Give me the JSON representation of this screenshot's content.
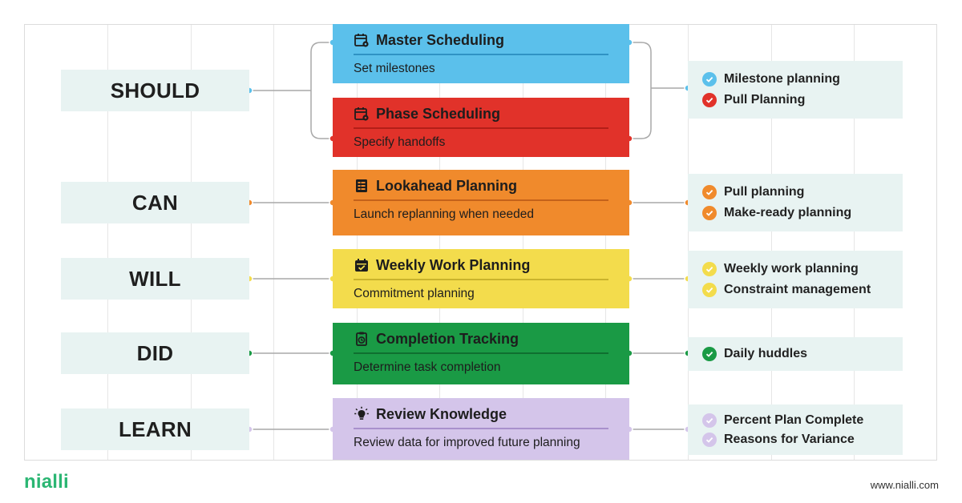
{
  "colors": {
    "panel_bg": "#e8f3f2",
    "connector": "#a9a9a9",
    "master": "#5bc0eb",
    "phase": "#e1322a",
    "lookahead": "#f08a2c",
    "weekly": "#f3dc4c",
    "completion": "#1a9a45",
    "review": "#d4c5ea",
    "brand": "#2bb673"
  },
  "verbs": {
    "should": "SHOULD",
    "can": "CAN",
    "will": "WILL",
    "did": "DID",
    "learn": "LEARN"
  },
  "cards": {
    "master": {
      "title": "Master Scheduling",
      "subtitle": "Set milestones",
      "icon": "calendar-gear-icon"
    },
    "phase": {
      "title": "Phase Scheduling",
      "subtitle": "Specify handoffs",
      "icon": "calendar-gear-icon"
    },
    "lookahead": {
      "title": "Lookahead Planning",
      "subtitle": "Launch replanning when needed",
      "icon": "checklist-icon"
    },
    "weekly": {
      "title": "Weekly Work Planning",
      "subtitle": "Commitment planning",
      "icon": "calendar-check-icon"
    },
    "completion": {
      "title": "Completion Tracking",
      "subtitle": "Determine task completion",
      "icon": "clipboard-clock-icon"
    },
    "review": {
      "title": "Review Knowledge",
      "subtitle": "Review data for improved future planning",
      "icon": "lightbulb-icon"
    }
  },
  "results": {
    "should": [
      {
        "label": "Milestone planning",
        "color": "#5bc0eb"
      },
      {
        "label": "Pull Planning",
        "color": "#e1322a"
      }
    ],
    "can": [
      {
        "label": "Pull planning",
        "color": "#f08a2c"
      },
      {
        "label": "Make-ready planning",
        "color": "#f08a2c"
      }
    ],
    "will": [
      {
        "label": "Weekly work planning",
        "color": "#f3dc4c"
      },
      {
        "label": "Constraint management",
        "color": "#f3dc4c"
      }
    ],
    "did": [
      {
        "label": "Daily huddles",
        "color": "#1a9a45"
      }
    ],
    "learn": [
      {
        "label": "Percent Plan Complete",
        "color": "#d4c5ea"
      },
      {
        "label": "Reasons for Variance",
        "color": "#d4c5ea"
      }
    ]
  },
  "footer": {
    "brand": "nialli",
    "url": "www.nialli.com"
  }
}
